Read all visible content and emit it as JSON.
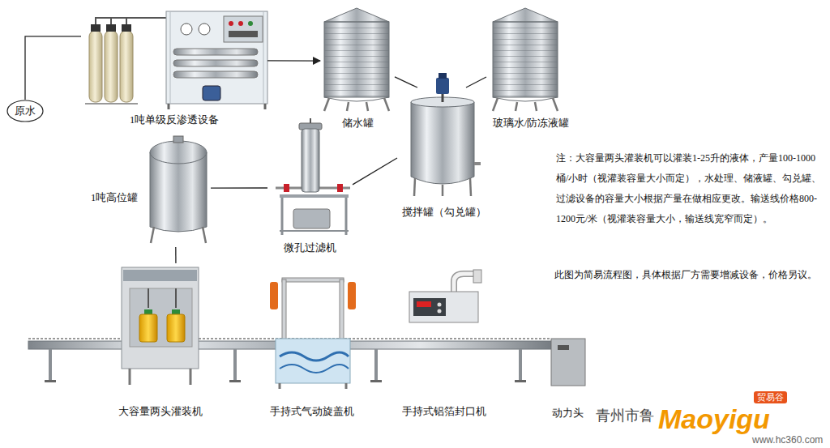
{
  "diagram": {
    "nodes": [
      {
        "text": [
          "原水"
        ]
      },
      {
        "text": [
          "1吨单级反渗透设备"
        ]
      },
      {
        "text": [
          "储水罐"
        ]
      },
      {
        "text": [
          "玻璃水/防冻液罐"
        ]
      },
      {
        "text": [
          "搅拌罐（勾兑罐）"
        ]
      },
      {
        "text": [
          "微孔过滤机"
        ]
      },
      {
        "text": [
          "1吨高位罐"
        ]
      },
      {
        "text": [
          "大容量两头灌装机"
        ]
      },
      {
        "text": [
          "手持式气动旋盖机"
        ]
      },
      {
        "text": [
          "手持式铝箔封口机"
        ]
      },
      {
        "text": [
          "动力头"
        ]
      }
    ],
    "edges": [
      {
        "from": 0,
        "to": 1,
        "arrow": "none"
      },
      {
        "from": 1,
        "to": 2,
        "arrow": "to"
      },
      {
        "from": 2,
        "to": 4,
        "arrow": "none"
      },
      {
        "from": 3,
        "to": 4,
        "arrow": "none"
      },
      {
        "from": 4,
        "to": 5,
        "arrow": "none"
      },
      {
        "from": 5,
        "to": 6,
        "arrow": "none"
      },
      {
        "from": 6,
        "to": 7,
        "arrow": "none"
      }
    ],
    "labels": [
      "注：大容量两头灌装机可以灌装1-25升的液体，产量100-1000桶/小时（视灌装容量大小而定），水处理、储液罐、勾兑罐、过滤设备的容量大小根据产量在做相应更改。输送线价格800-1200元/米（视灌装容量大小，输送线宽窄而定）。",
      "此图为简易流程图，具体根据厂方需要增减设备，价格另议。",
      "青州市鲁",
      "Maoyigu",
      "贸易谷",
      "www.hc360.com"
    ]
  }
}
